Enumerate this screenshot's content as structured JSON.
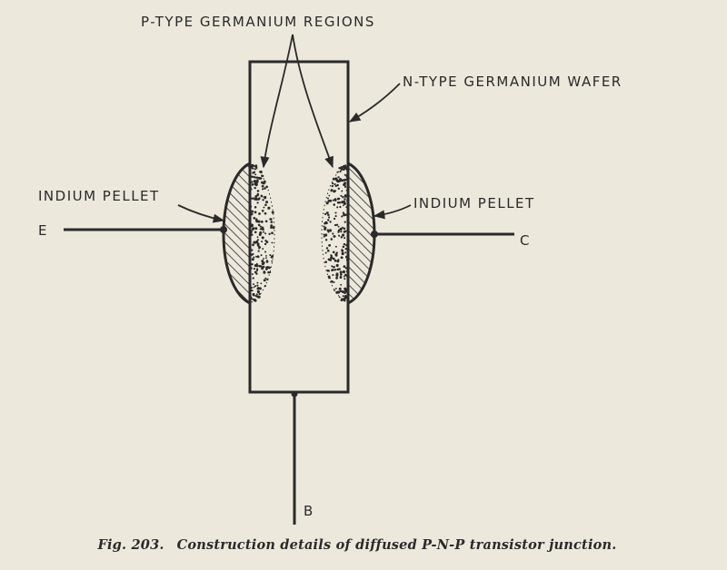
{
  "labels": {
    "p_regions": "P-TYPE GERMANIUM REGIONS",
    "n_wafer": "N-TYPE GERMANIUM WAFER",
    "indium_left": "INDIUM PELLET",
    "indium_right": "INDIUM PELLET",
    "emitter": "E",
    "collector": "C",
    "base": "B"
  },
  "caption": {
    "fig_number": "Fig. 203.",
    "text": "Construction details of diffused P-N-P transistor junction."
  },
  "colors": {
    "paper": "#ece8dc",
    "ink": "#2a2a2a"
  }
}
